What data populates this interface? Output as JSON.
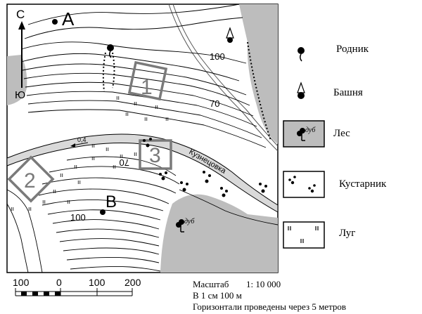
{
  "map": {
    "compass_north": "С",
    "compass_south": "Ю",
    "point_a": "А",
    "point_b": "B",
    "contour_100_top": "100",
    "contour_70_top": "70",
    "contour_70_mid": "70",
    "contour_100_bottom": "100",
    "river_name": "Кузнецовка",
    "river_flow": "0,4",
    "oak_label": "дуб",
    "zone_1": "1",
    "zone_2": "2",
    "zone_3": "3"
  },
  "legend": {
    "spring": "Родник",
    "tower": "Башня",
    "forest": "Лес",
    "forest_inner": "дуб",
    "shrub": "Кустарник",
    "meadow": "Луг"
  },
  "scale": {
    "ticks": [
      "100",
      "0",
      "100",
      "200"
    ],
    "title": "Масштаб",
    "ratio": "1: 10 000",
    "cm_line": "В 1 см 100 м",
    "contour_interval": "Горизонтали проведены через 5 метров"
  },
  "colors": {
    "forest": "#bdbdbd",
    "contour": "#000000",
    "zone_box": "#7a7a7a",
    "river": "#d9d9d9"
  }
}
